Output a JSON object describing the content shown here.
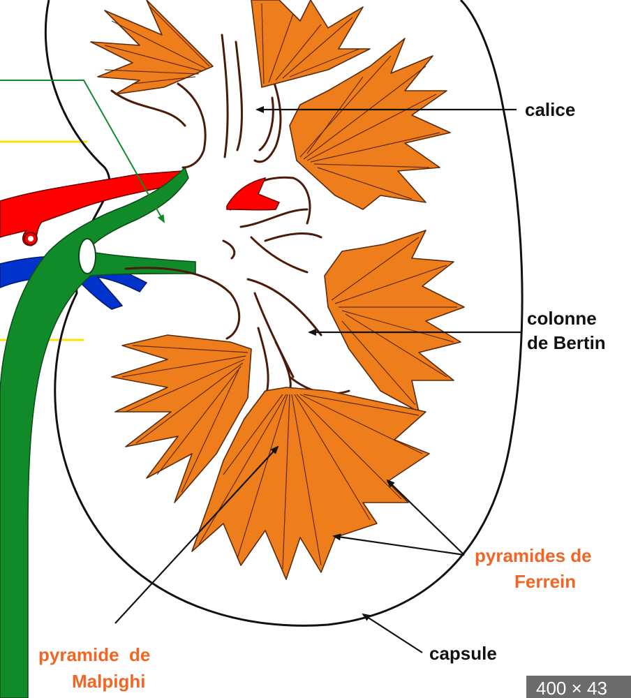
{
  "labels": {
    "calice": "calice",
    "colonne_line1": "colonne",
    "colonne_line2": "de Bertin",
    "ferrein_line1": "pyramides de",
    "ferrein_line2": "Ferrein",
    "capsule": "capsule",
    "malpighi_line1": "pyramide  de",
    "malpighi_line2": "Malpighi"
  },
  "badge": {
    "text": "400 × 43"
  },
  "colors": {
    "pyramid": "#ee7d1b",
    "artery": "#ff0000",
    "vein": "#0033cc",
    "ureter": "#118a2a",
    "guide_lines": "#ffe000",
    "label_black": "#111111",
    "label_orange": "#f26522"
  }
}
